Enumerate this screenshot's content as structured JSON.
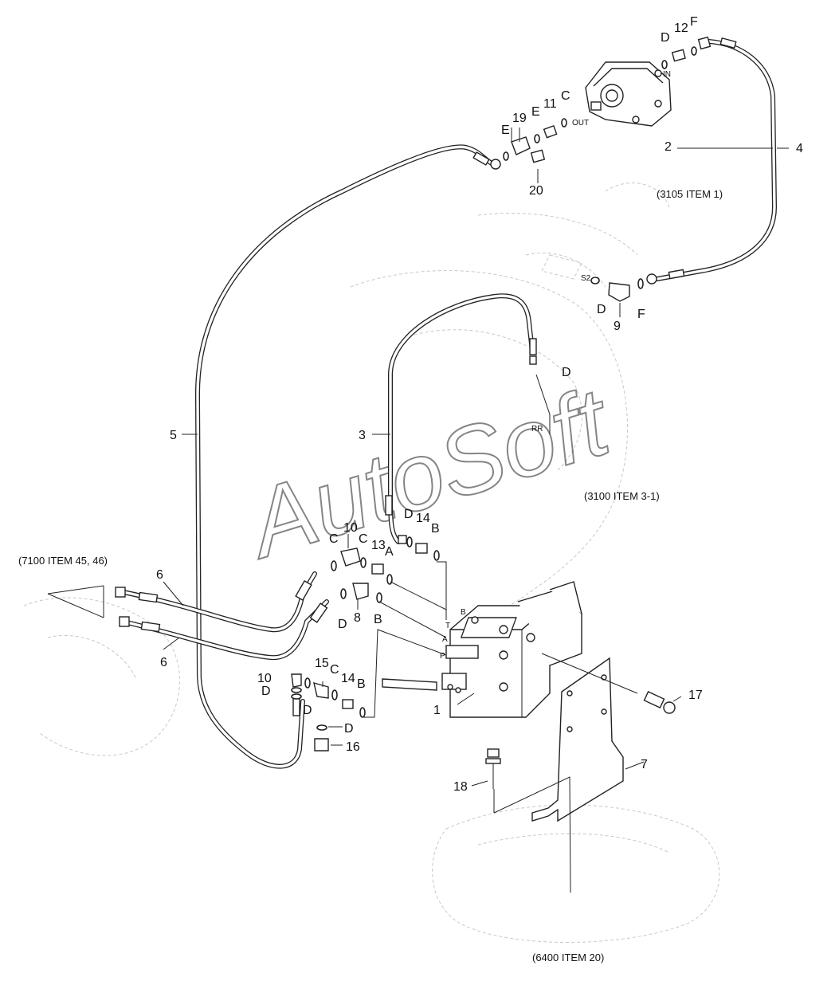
{
  "diagram": {
    "watermark": "AutoSoft",
    "references": {
      "pump": "(3105 ITEM 1)",
      "valve": "(3100 ITEM 3-1)",
      "left": "(7100 ITEM 45, 46)",
      "bottom": "(6400 ITEM 20)"
    },
    "port_labels": {
      "in": "IN",
      "out": "OUT",
      "s2": "S2",
      "rr": "RR",
      "valve_b": "B",
      "valve_t": "T",
      "valve_a": "A",
      "valve_p": "P"
    },
    "callouts": {
      "c1": "1",
      "c2": "2",
      "c3": "3",
      "c4": "4",
      "c5": "5",
      "c6a": "6",
      "c6b": "6",
      "c7": "7",
      "c8": "8",
      "c9": "9",
      "c10a": "10",
      "c10b": "10",
      "c11": "11",
      "c12": "12",
      "c13": "13",
      "c14a": "14",
      "c14b": "14",
      "c15": "15",
      "c16": "16",
      "c17": "17",
      "c18": "18",
      "c19": "19",
      "c20": "20",
      "ring_d1": "D",
      "ring_f1": "F",
      "ring_c1": "C",
      "ring_e1": "E",
      "ring_e2": "E",
      "ring_s2": "S2",
      "ring_d2": "D",
      "ring_f2": "F",
      "ring_d3": "D",
      "ring_d4": "D",
      "ring_b1": "B",
      "ring_c2": "C",
      "ring_c3": "C",
      "ring_a1": "A",
      "ring_d5": "D",
      "ring_b2": "B",
      "ring_c4": "C",
      "ring_d6": "D",
      "ring_b3": "B",
      "ring_d7": "D",
      "ring_d8": "D"
    }
  }
}
